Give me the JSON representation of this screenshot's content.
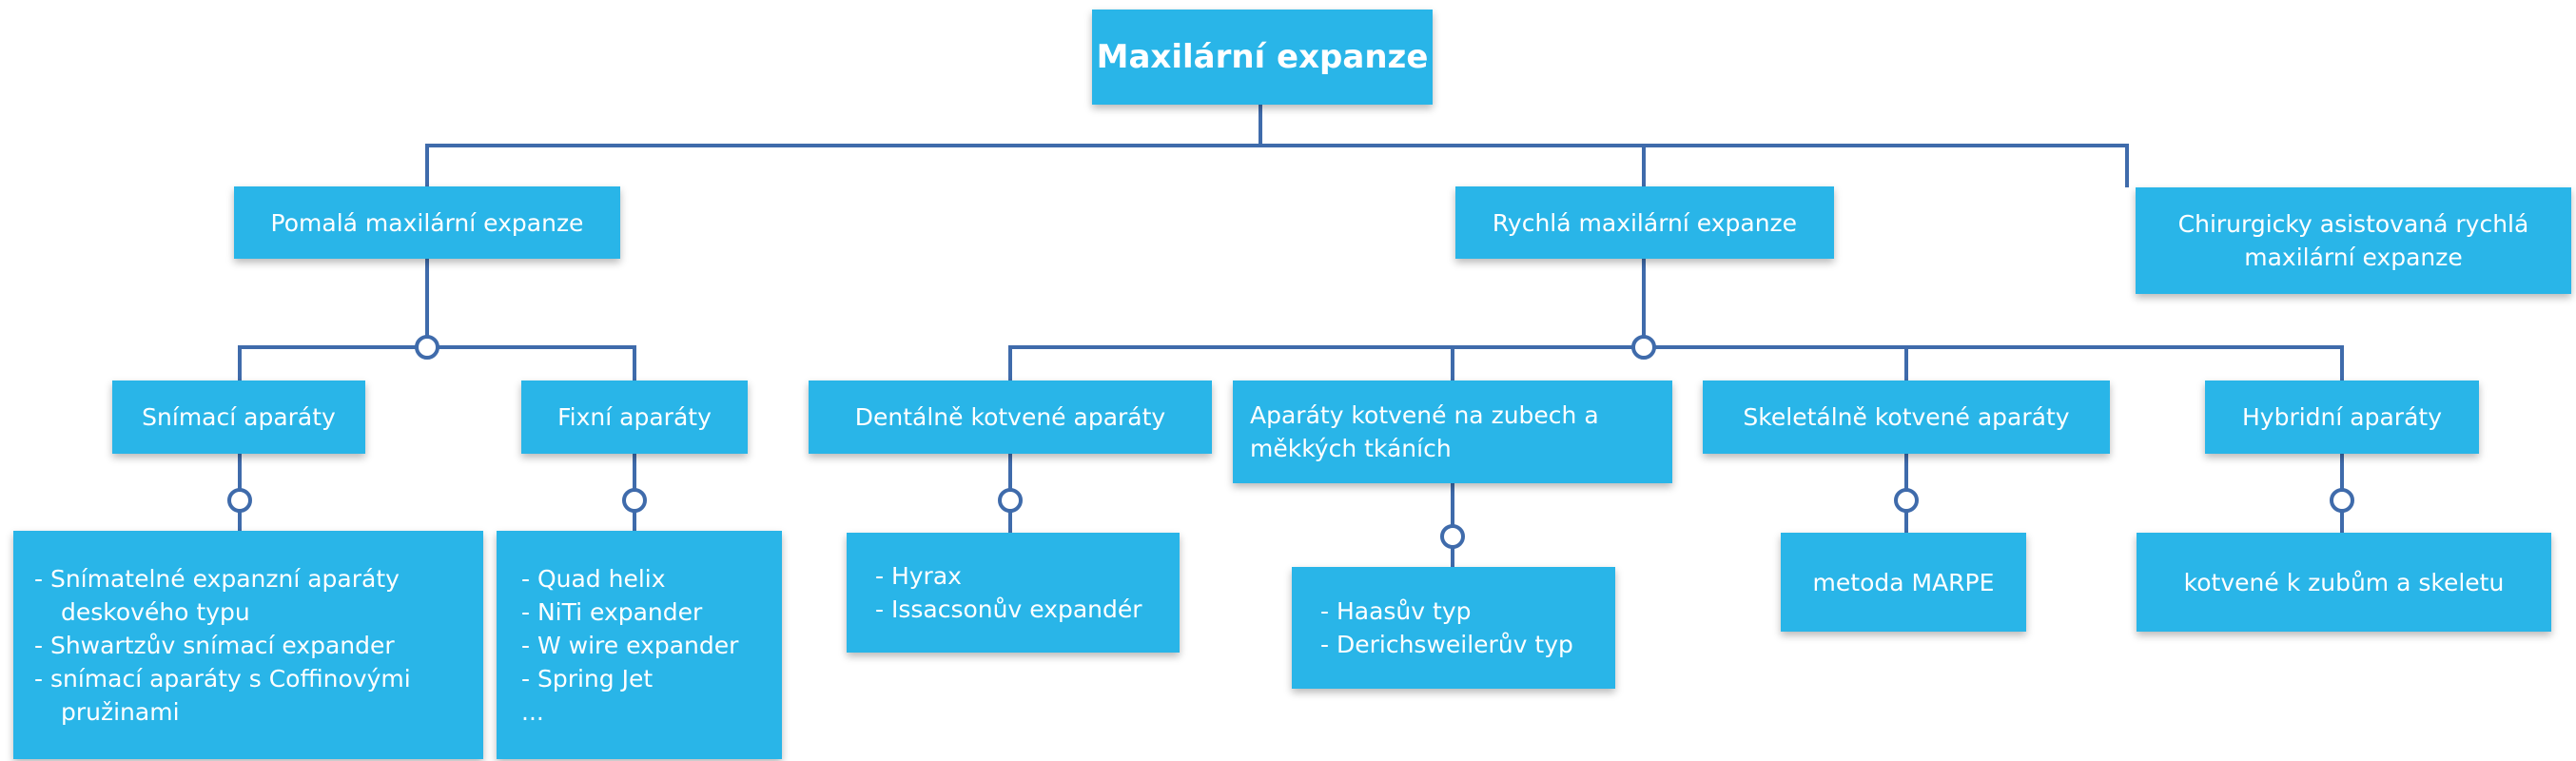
{
  "root": "Maxilární expanze",
  "level1": {
    "slow": "Pomalá maxilární expanze",
    "rapid": "Rychlá maxilární expanze",
    "surgical": "Chirurgicky asistovaná rychlá maxilární expanze"
  },
  "level2": {
    "removable": "Snímací aparáty",
    "fixed": "Fixní aparáty",
    "dental": "Dentálně kotvené aparáty",
    "tooth_soft": "Aparáty kotvené na zubech a měkkých tkáních",
    "skeletal": "Skeletálně kotvené aparáty",
    "hybrid": "Hybridní aparáty"
  },
  "level3": {
    "removable": [
      {
        "first": "- Snímatelné expanzní aparáty",
        "cont": "deskového typu"
      },
      {
        "first": "- Shwartzův snímací expander",
        "cont": ""
      },
      {
        "first": "- snímací aparáty s Coffinovými",
        "cont": "pružinami"
      }
    ],
    "fixed": [
      "- Quad helix",
      "- NiTi expander",
      "- W wire expander",
      "- Spring Jet",
      "..."
    ],
    "dental": [
      "- Hyrax",
      "- Issacsonův expandér"
    ],
    "tooth_soft": [
      "- Haasův typ",
      "- Derichsweilerův typ"
    ],
    "skeletal": "metoda MARPE",
    "hybrid": "kotvené k zubům a skeletu"
  },
  "colors": {
    "box": "#29b5e8",
    "line": "#3f6bab",
    "text": "#ffffff"
  }
}
